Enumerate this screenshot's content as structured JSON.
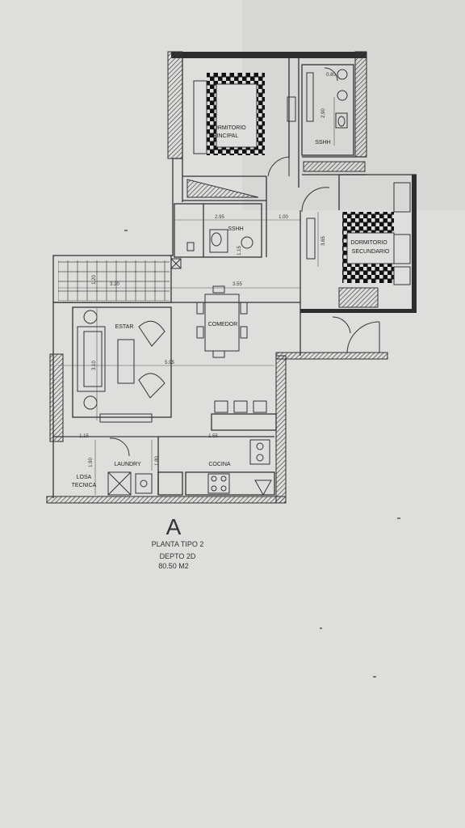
{
  "rooms": {
    "dormitorio_principal": [
      "DORMITORIO",
      "PRINCIPAL"
    ],
    "dormitorio_secundario": [
      "DORMITORIO",
      "SECUNDARIO"
    ],
    "ssh_top": "SSHH",
    "ssh_mid": "SSHH",
    "estar": "ESTAR",
    "comedor": "COMEDOR",
    "laundry": "LAUNDRY",
    "cocina": "COCINA",
    "losa_tecnica": [
      "LOSA",
      "TECNICA"
    ]
  },
  "dimensions": {
    "d_2_95": "2.95",
    "d_1_15": "1.15",
    "d_1_00": "1.00",
    "d_3_65a": "3.65",
    "d_1_20": "1.20",
    "d_3_20": "3.20",
    "d_3_55": "3.55",
    "d_3_10": "3.10",
    "d_5_95": "5.95",
    "d_1_15b": "1.15",
    "d_1_55": "1.55",
    "d_1_90a": "1.90",
    "d_1_90b": "1.80",
    "d_2_90": "2.90",
    "d_0_80": "0.80"
  },
  "caption": {
    "letter": "A",
    "plan": "PLANTA TIPO 2",
    "depto": "DEPTO 2D",
    "area": "80.50 M2"
  }
}
